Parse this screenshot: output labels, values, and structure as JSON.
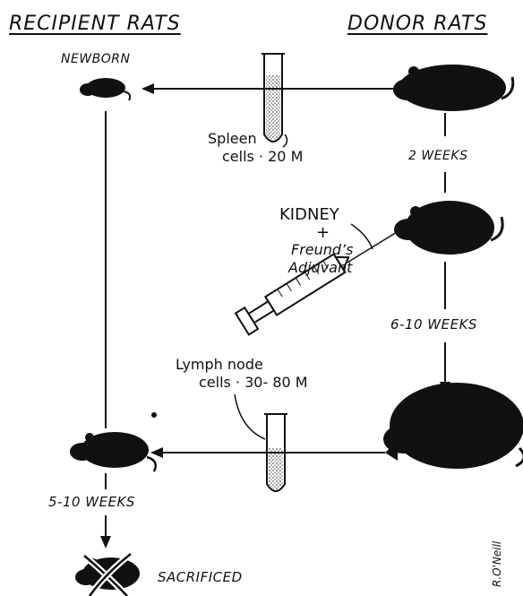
{
  "headers": {
    "recipient": "RECIPIENT RATS",
    "donor": "DONOR RATS"
  },
  "labels": {
    "newborn": "NEWBORN",
    "spleen_line1": "Spleen",
    "spleen_line2": "cells · 20 M",
    "two_weeks": "2 WEEKS",
    "kidney": "KIDNEY",
    "plus": "+",
    "freund_line1": "Freund’s",
    "freund_line2": "Adjuvant",
    "six_ten_weeks": "6-10 WEEKS",
    "lymph_line1": "Lymph node",
    "lymph_line2": "cells · 30- 80  M",
    "five_ten_weeks": "5-10 WEEKS",
    "sacrificed": "SACRIFICED"
  },
  "signature": "R.O'Neill",
  "colors": {
    "ink": "#111111",
    "background": "#ffffff"
  }
}
